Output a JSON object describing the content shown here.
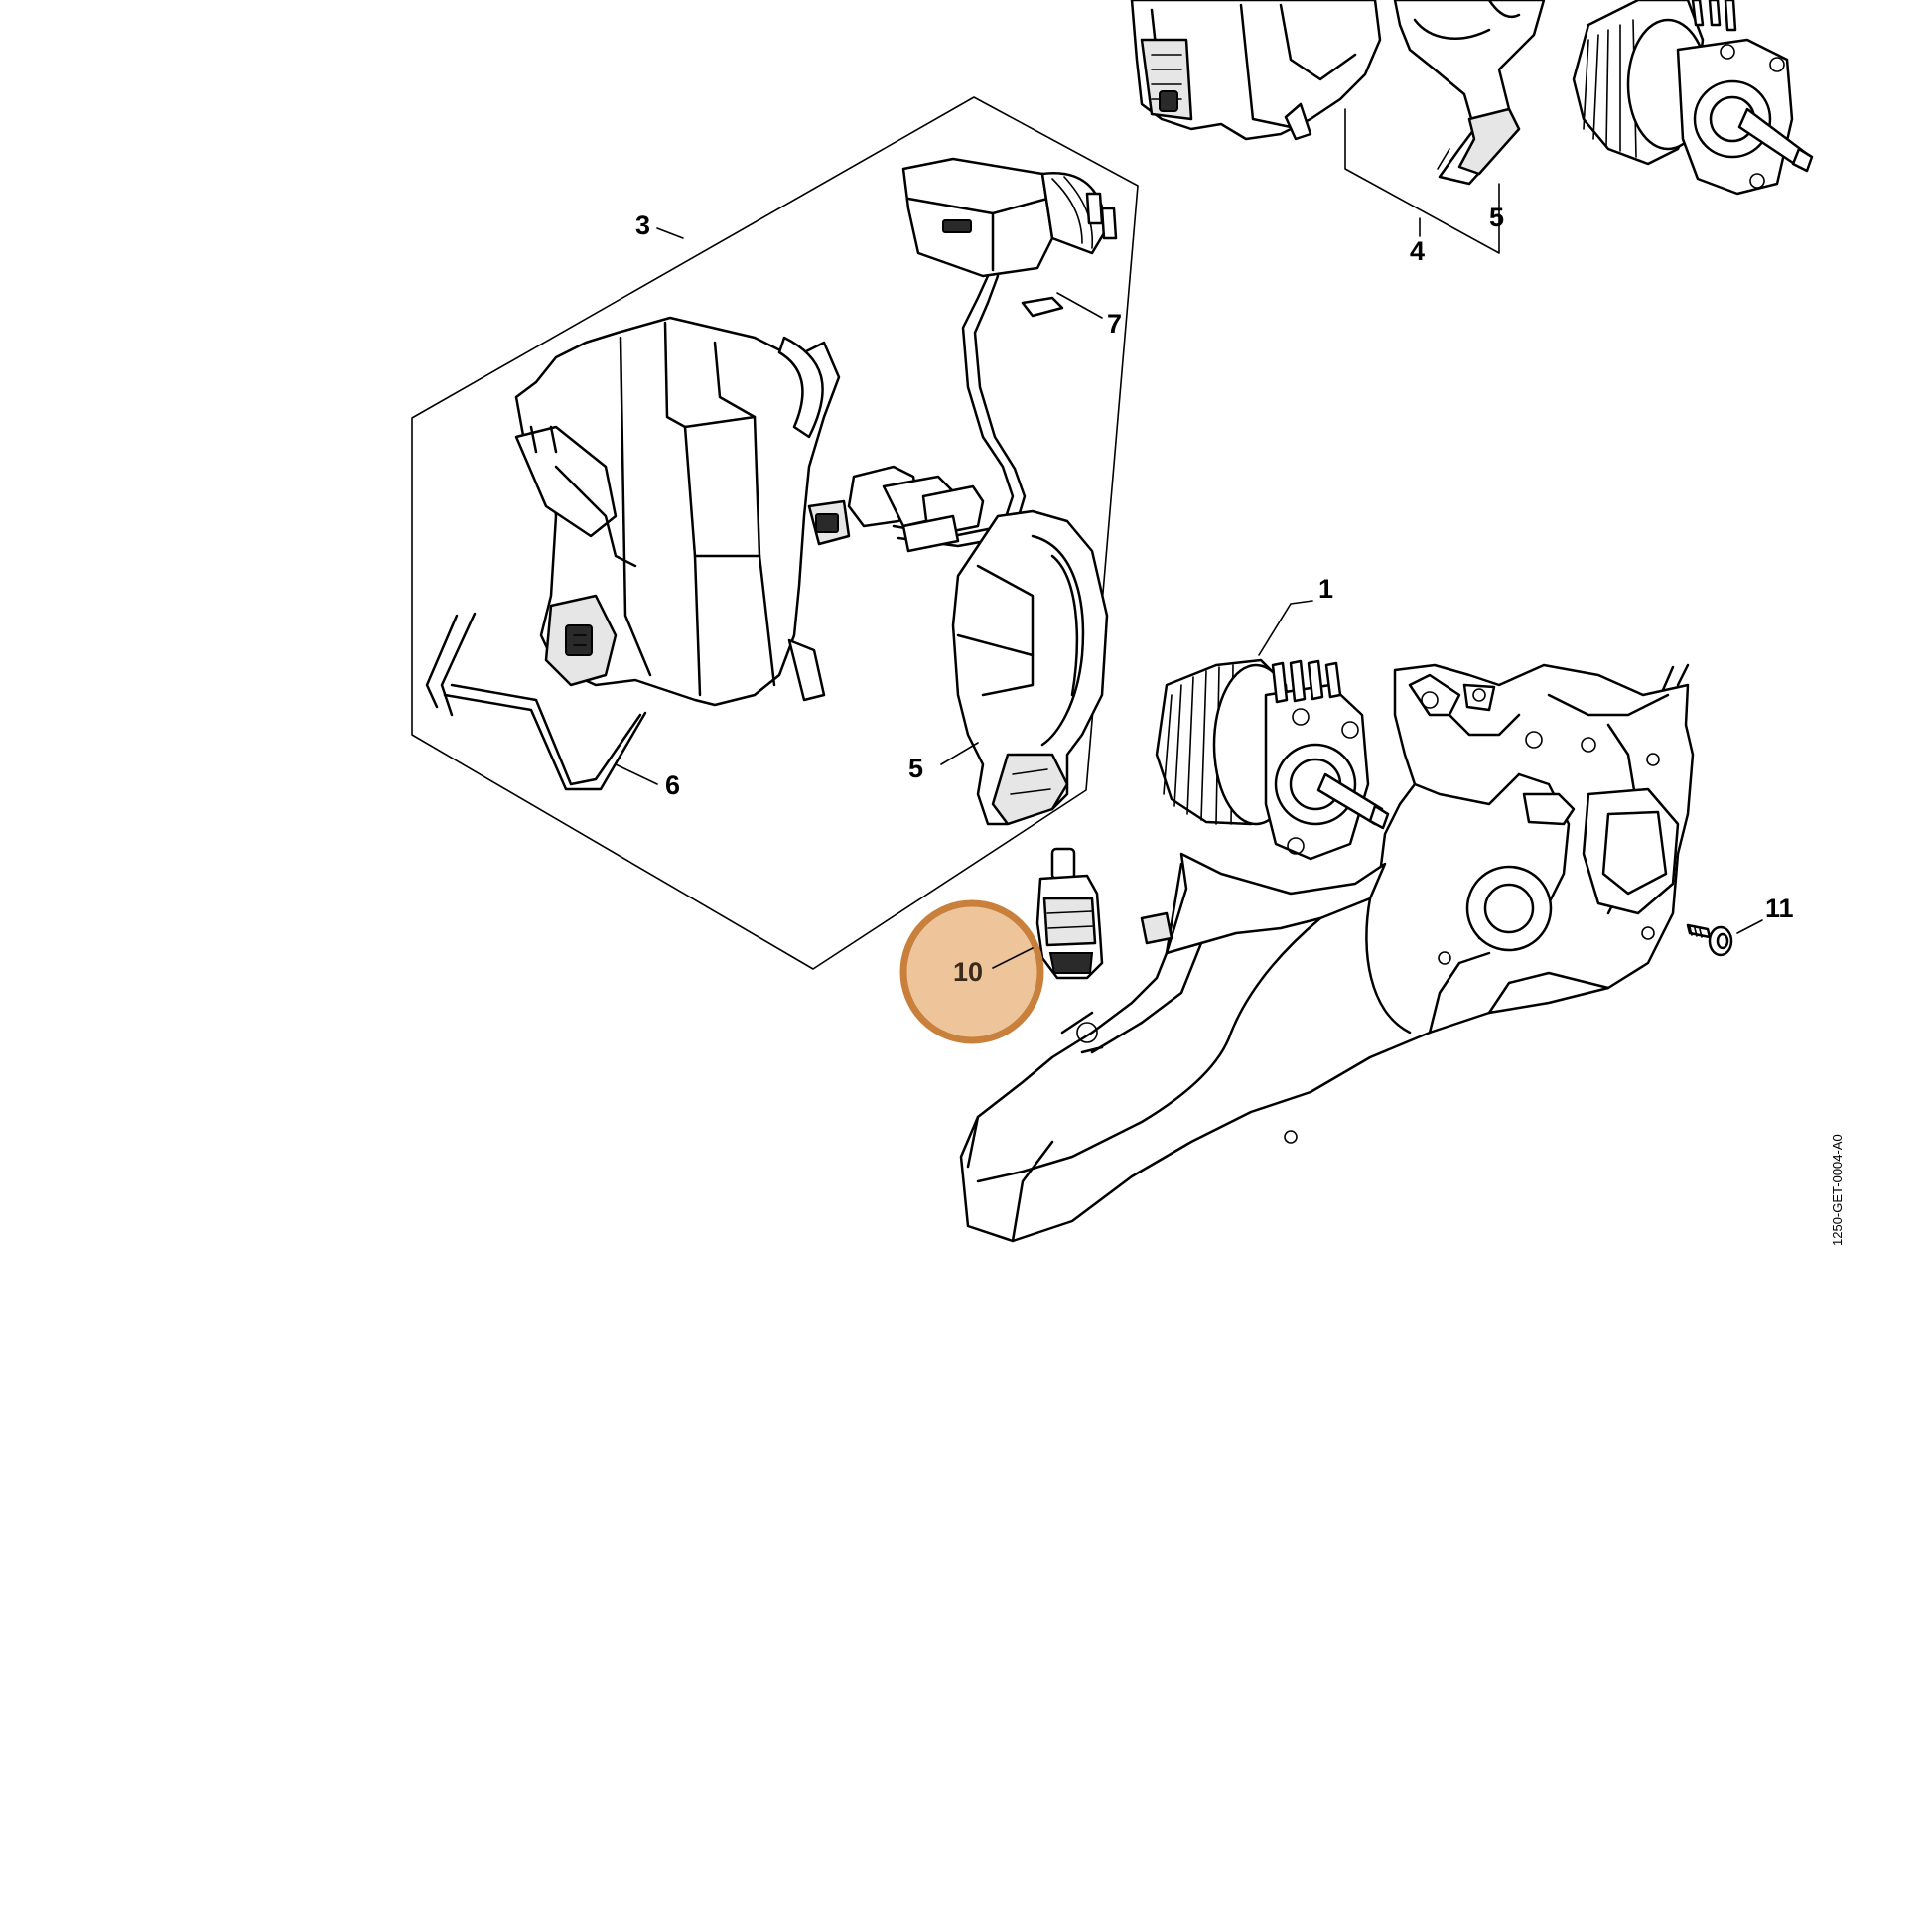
{
  "diagram": {
    "callouts": [
      {
        "id": "c1",
        "text": "1"
      },
      {
        "id": "c3",
        "text": "3"
      },
      {
        "id": "c4",
        "text": "4"
      },
      {
        "id": "c5a",
        "text": "5"
      },
      {
        "id": "c5b",
        "text": "5"
      },
      {
        "id": "c6",
        "text": "6"
      },
      {
        "id": "c7",
        "text": "7"
      },
      {
        "id": "c10",
        "text": "10"
      },
      {
        "id": "c11",
        "text": "11"
      }
    ],
    "highlight": {
      "part": "10",
      "fill_color": "#eec49a",
      "stroke_color": "#c8803c"
    },
    "figure_code": "1250-GET-0004-A0"
  }
}
